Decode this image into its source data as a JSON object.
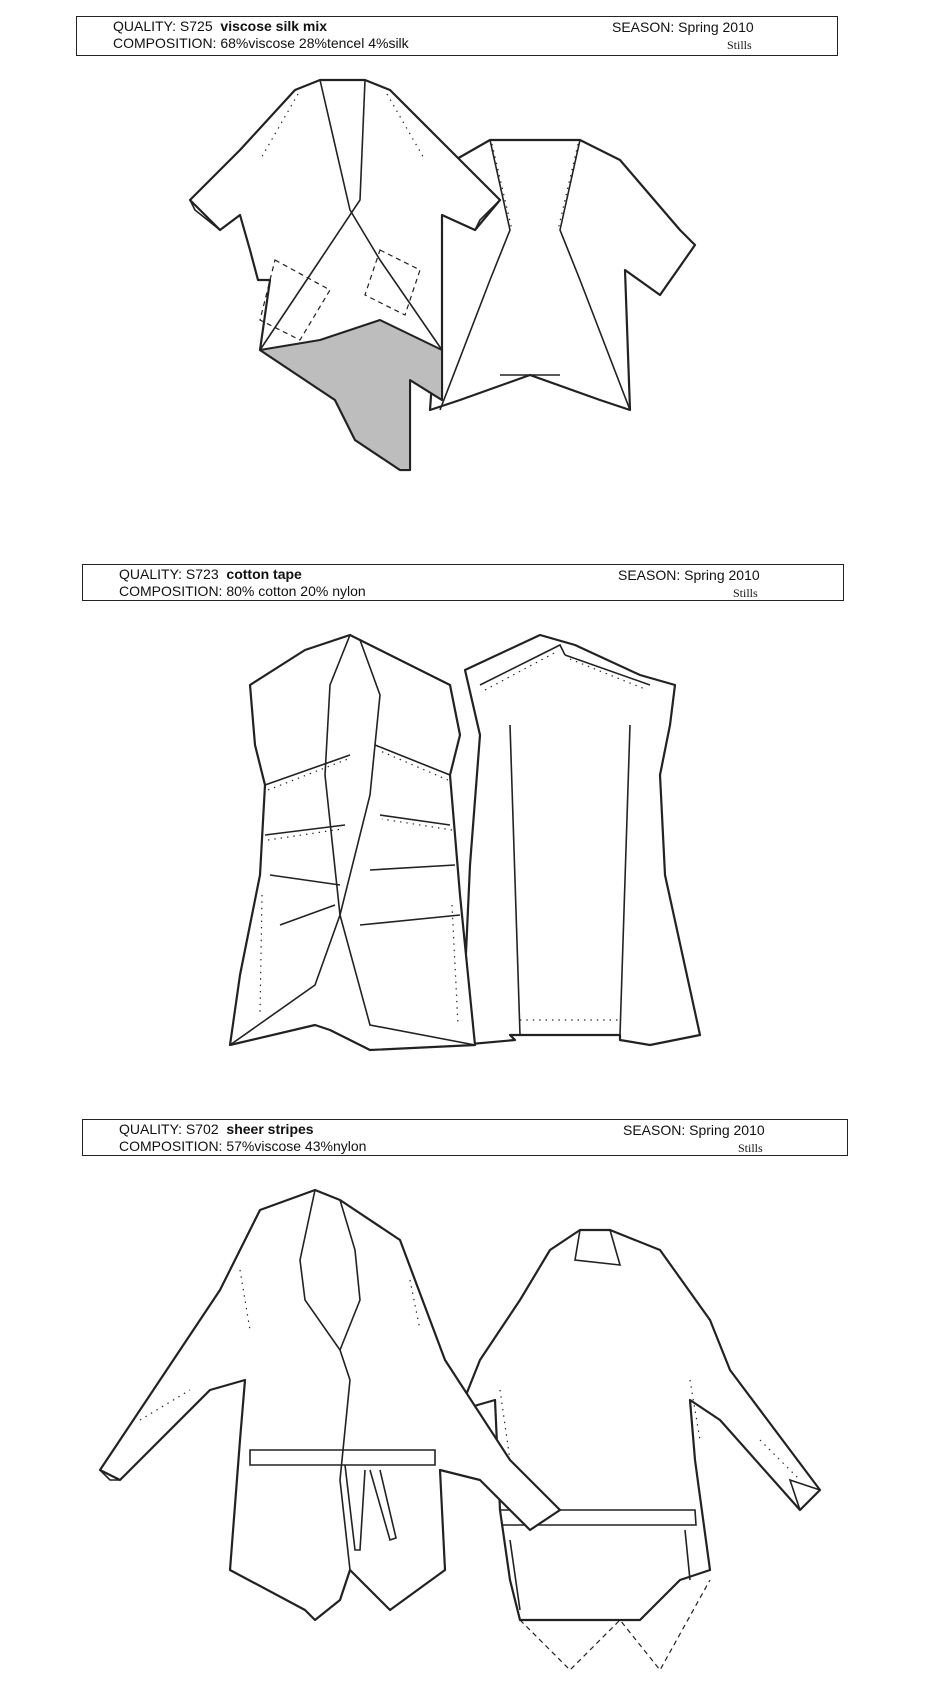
{
  "sheets": [
    {
      "quality_label": "QUALITY:",
      "quality_code": "S725",
      "quality_name": "viscose silk mix",
      "composition_label": "COMPOSITION:",
      "composition_value": "68%viscose 28%tencel 4%silk",
      "season_label": "SEASON:",
      "season_value": "Spring 2010",
      "stills": "Stills"
    },
    {
      "quality_label": "QUALITY:",
      "quality_code": "S723",
      "quality_name": "cotton tape",
      "composition_label": "COMPOSITION:",
      "composition_value": "80% cotton 20% nylon",
      "season_label": "SEASON:",
      "season_value": "Spring 2010",
      "stills": "Stills"
    },
    {
      "quality_label": "QUALITY:",
      "quality_code": "S702",
      "quality_name": "sheer stripes",
      "composition_label": "COMPOSITION:",
      "composition_value": "57%viscose 43%nylon",
      "season_label": "SEASON:",
      "season_value": "Spring 2010",
      "stills": "Stills"
    }
  ],
  "colors": {
    "ink": "#222222",
    "shade": "#bdbdbd"
  }
}
